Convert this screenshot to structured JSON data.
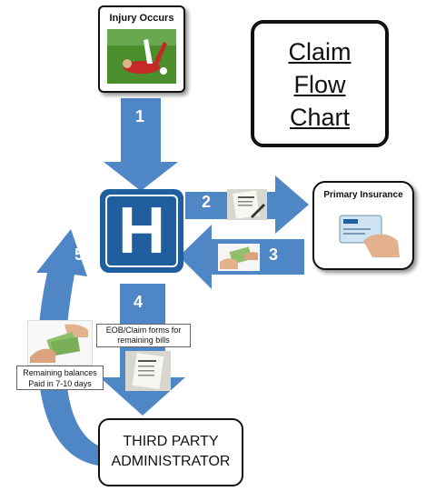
{
  "title": {
    "line1": "Claim",
    "line2": "Flow",
    "line3": "Chart"
  },
  "injury": {
    "label": "Injury Occurs"
  },
  "primary_insurance": {
    "label": "Primary Insurance"
  },
  "tpa": {
    "line1": "THIRD PARTY",
    "line2": "ADMINISTRATOR"
  },
  "steps": {
    "s1": "1",
    "s2": "2",
    "s3": "3",
    "s4": "4",
    "s5": "5"
  },
  "eob_note": {
    "line1": "EOB/Claim forms for",
    "line2": "remaining bills"
  },
  "balances_note": {
    "line1": "Remaining balances",
    "line2": "Paid in 7-10 days"
  },
  "hospital": {
    "letter": "H"
  },
  "colors": {
    "arrow": "#4f86c6",
    "hospital_blue": "#1f5fa0"
  }
}
